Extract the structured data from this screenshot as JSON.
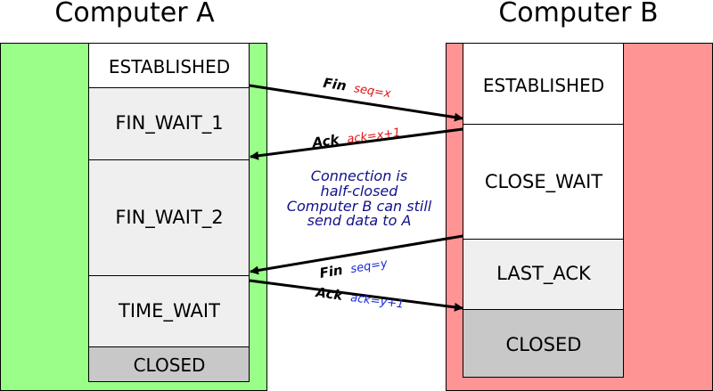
{
  "computers": [
    {
      "title": "Computer A",
      "panel_color": "#99ff88",
      "states": [
        {
          "label": "ESTABLISHED",
          "fill": "#ffffff"
        },
        {
          "label": "FIN_WAIT_1",
          "fill": "#efefef"
        },
        {
          "label": "FIN_WAIT_2",
          "fill": "#efefef"
        },
        {
          "label": "TIME_WAIT",
          "fill": "#efefef"
        },
        {
          "label": "CLOSED",
          "fill": "#c8c8c8"
        }
      ]
    },
    {
      "title": "Computer B",
      "panel_color": "#ff9494",
      "states": [
        {
          "label": "ESTABLISHED",
          "fill": "#ffffff"
        },
        {
          "label": "CLOSE_WAIT",
          "fill": "#ffffff"
        },
        {
          "label": "LAST_ACK",
          "fill": "#efefef"
        },
        {
          "label": "CLOSED",
          "fill": "#c8c8c8"
        }
      ]
    }
  ],
  "messages": [
    {
      "name": "Fin",
      "seq": "seq=x",
      "seq_color": "#dd1111",
      "direction": "A-to-B"
    },
    {
      "name": "Ack",
      "seq": "ack=x+1",
      "seq_color": "#dd1111",
      "direction": "B-to-A"
    },
    {
      "name": "Fin",
      "seq": "seq=y",
      "seq_color": "#1a2ad8",
      "direction": "B-to-A"
    },
    {
      "name": "Ack",
      "seq": "ack=y+1",
      "seq_color": "#1a2ad8",
      "direction": "A-to-B"
    }
  ],
  "note": {
    "lines": [
      "Connection is",
      "half-closed",
      "Computer B can still",
      "send data to A"
    ],
    "color": "#11118a"
  }
}
